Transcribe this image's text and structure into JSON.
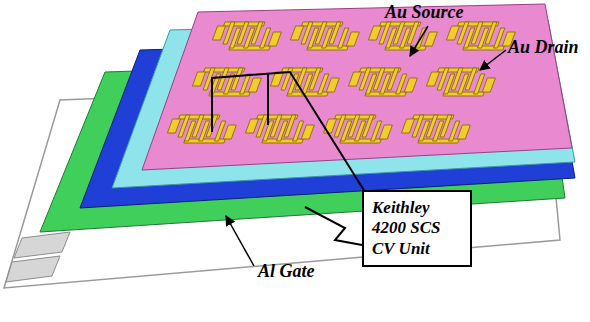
{
  "diagram": {
    "nodes": [
      {
        "text": [
          "Keithley 4200 SCS CV Unit"
        ]
      }
    ],
    "edges": [],
    "labels": [
      "Au Source",
      "Au Drain",
      "Al Gate"
    ]
  }
}
